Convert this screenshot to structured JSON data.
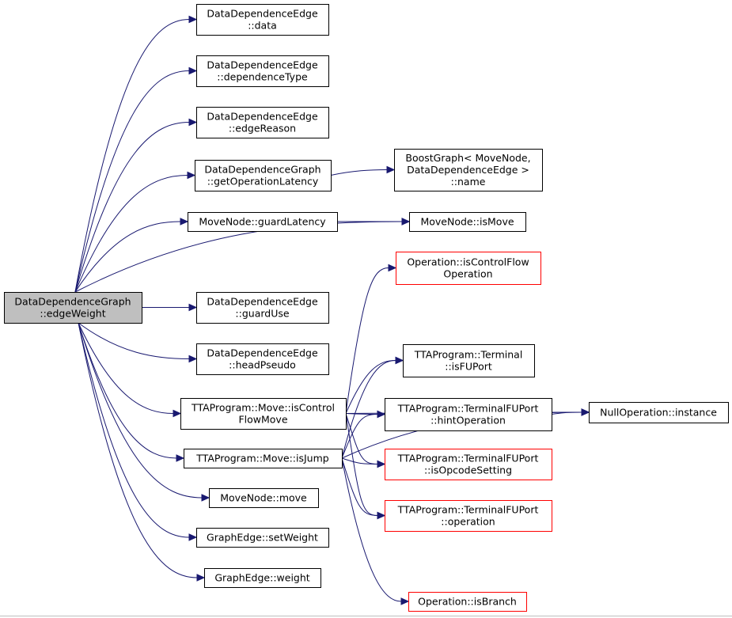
{
  "colors": {
    "edge": "#191970",
    "node_border": "#000000",
    "node_border_external": "#ff0000",
    "root_fill": "#bfbfbf",
    "node_fill": "#ffffff"
  },
  "nodes": {
    "root": {
      "lines": [
        "DataDependenceGraph",
        "::edgeWeight"
      ],
      "kind": "root"
    },
    "dde_data": {
      "lines": [
        "DataDependenceEdge",
        "::data"
      ],
      "kind": "normal"
    },
    "dde_dependenceType": {
      "lines": [
        "DataDependenceEdge",
        "::dependenceType"
      ],
      "kind": "normal"
    },
    "dde_edgeReason": {
      "lines": [
        "DataDependenceEdge",
        "::edgeReason"
      ],
      "kind": "normal"
    },
    "ddg_getOperationLatency": {
      "lines": [
        "DataDependenceGraph",
        "::getOperationLatency"
      ],
      "kind": "normal"
    },
    "bg_name": {
      "lines": [
        "BoostGraph< MoveNode,",
        "DataDependenceEdge >",
        "::name"
      ],
      "kind": "normal"
    },
    "mn_guardLatency": {
      "lines": [
        "MoveNode::guardLatency"
      ],
      "kind": "normal"
    },
    "mn_isMove": {
      "lines": [
        "MoveNode::isMove"
      ],
      "kind": "normal"
    },
    "op_isControlFlowOperation": {
      "lines": [
        "Operation::isControlFlow",
        "Operation"
      ],
      "kind": "external"
    },
    "dde_guardUse": {
      "lines": [
        "DataDependenceEdge",
        "::guardUse"
      ],
      "kind": "normal"
    },
    "dde_headPseudo": {
      "lines": [
        "DataDependenceEdge",
        "::headPseudo"
      ],
      "kind": "normal"
    },
    "tt_isFUPort": {
      "lines": [
        "TTAProgram::Terminal",
        "::isFUPort"
      ],
      "kind": "normal"
    },
    "ttm_isControlFlowMove": {
      "lines": [
        "TTAProgram::Move::isControl",
        "FlowMove"
      ],
      "kind": "normal"
    },
    "tfu_hintOperation": {
      "lines": [
        "TTAProgram::TerminalFUPort",
        "::hintOperation"
      ],
      "kind": "normal"
    },
    "nop_instance": {
      "lines": [
        "NullOperation::instance"
      ],
      "kind": "normal"
    },
    "ttm_isJump": {
      "lines": [
        "TTAProgram::Move::isJump"
      ],
      "kind": "normal"
    },
    "tfu_isOpcodeSetting": {
      "lines": [
        "TTAProgram::TerminalFUPort",
        "::isOpcodeSetting"
      ],
      "kind": "external"
    },
    "mn_move": {
      "lines": [
        "MoveNode::move"
      ],
      "kind": "normal"
    },
    "tfu_operation": {
      "lines": [
        "TTAProgram::TerminalFUPort",
        "::operation"
      ],
      "kind": "external"
    },
    "ge_setWeight": {
      "lines": [
        "GraphEdge::setWeight"
      ],
      "kind": "normal"
    },
    "ge_weight": {
      "lines": [
        "GraphEdge::weight"
      ],
      "kind": "normal"
    },
    "op_isBranch": {
      "lines": [
        "Operation::isBranch"
      ],
      "kind": "external"
    }
  },
  "edges": [
    [
      "root",
      "dde_data"
    ],
    [
      "root",
      "dde_dependenceType"
    ],
    [
      "root",
      "dde_edgeReason"
    ],
    [
      "root",
      "ddg_getOperationLatency"
    ],
    [
      "root",
      "mn_guardLatency"
    ],
    [
      "root",
      "mn_isMove"
    ],
    [
      "root",
      "dde_guardUse"
    ],
    [
      "root",
      "dde_headPseudo"
    ],
    [
      "root",
      "ttm_isControlFlowMove"
    ],
    [
      "root",
      "ttm_isJump"
    ],
    [
      "root",
      "mn_move"
    ],
    [
      "root",
      "ge_setWeight"
    ],
    [
      "root",
      "ge_weight"
    ],
    [
      "ddg_getOperationLatency",
      "bg_name"
    ],
    [
      "mn_guardLatency",
      "mn_isMove"
    ],
    [
      "ttm_isControlFlowMove",
      "op_isControlFlowOperation"
    ],
    [
      "ttm_isControlFlowMove",
      "tt_isFUPort"
    ],
    [
      "ttm_isControlFlowMove",
      "tfu_hintOperation"
    ],
    [
      "ttm_isControlFlowMove",
      "nop_instance"
    ],
    [
      "ttm_isControlFlowMove",
      "tfu_isOpcodeSetting"
    ],
    [
      "ttm_isControlFlowMove",
      "tfu_operation"
    ],
    [
      "ttm_isJump",
      "tt_isFUPort"
    ],
    [
      "ttm_isJump",
      "tfu_hintOperation"
    ],
    [
      "ttm_isJump",
      "nop_instance"
    ],
    [
      "ttm_isJump",
      "tfu_isOpcodeSetting"
    ],
    [
      "ttm_isJump",
      "tfu_operation"
    ],
    [
      "ttm_isJump",
      "op_isBranch"
    ],
    [
      "tfu_hintOperation",
      "nop_instance"
    ]
  ]
}
